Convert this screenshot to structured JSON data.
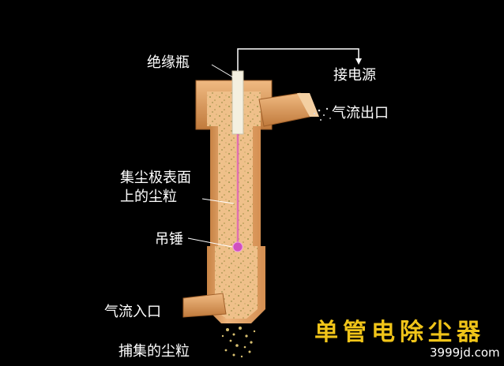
{
  "labels": {
    "insulator_bottle": "绝缘瓶",
    "power_connection": "接电源",
    "gas_outlet": "气流出口",
    "collector_particles_line1": "集尘极表面",
    "collector_particles_line2": "上的尘粒",
    "hanging_weight": "吊锤",
    "gas_inlet": "气流入口",
    "captured_particles": "捕集的尘粒"
  },
  "title": "单管电除尘器",
  "watermark": "3999jd.com",
  "colors": {
    "background": "#000000",
    "vessel": "#e8a66a",
    "vessel_dark": "#c27a3c",
    "vessel_inner": "#f1c996",
    "electrode": "#e070b0",
    "weight": "#d050c0",
    "title": "#f0c419",
    "leader_line": "#ffffff"
  }
}
